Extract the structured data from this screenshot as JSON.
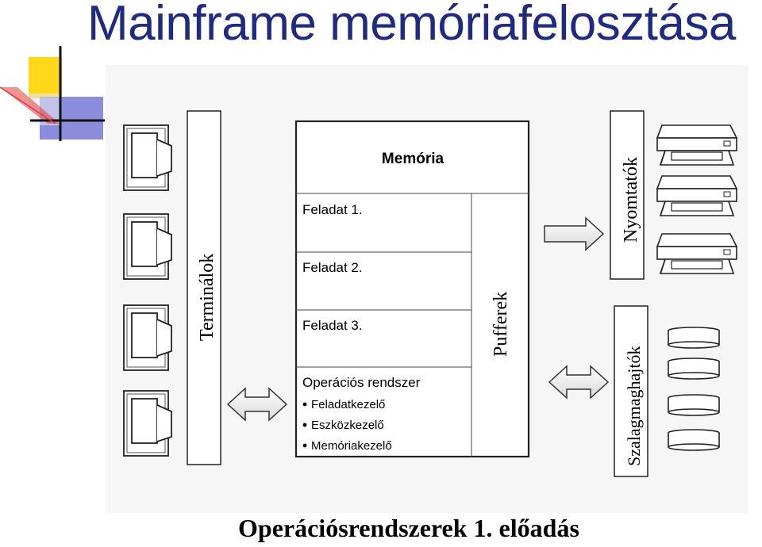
{
  "title": "Mainframe memóriafelosztása",
  "footer": "Operációsrendszerek 1. előadás",
  "diagram": {
    "terminals_label": "Terminálok",
    "memory_title": "Memória",
    "tasks": [
      "Feladat 1.",
      "Feladat 2.",
      "Feladat 3."
    ],
    "os_label": "Operációs rendszer",
    "os_items": [
      "Feladatkezelő",
      "Eszközkezelő",
      "Memóriakezelő"
    ],
    "buffers_label": "Pufferek",
    "printers_label": "Nyomtatók",
    "tape_drives_label": "Szalagmaghajtók"
  },
  "colors": {
    "title": "#1f2a80",
    "deco_yellow": "#ffd400",
    "deco_blue": "#2b2fbf",
    "deco_red": "#e23a3a"
  },
  "icons": [
    "terminal-icon",
    "printer-icon",
    "tape-drive-icon",
    "double-arrow-icon",
    "right-arrow-icon"
  ]
}
